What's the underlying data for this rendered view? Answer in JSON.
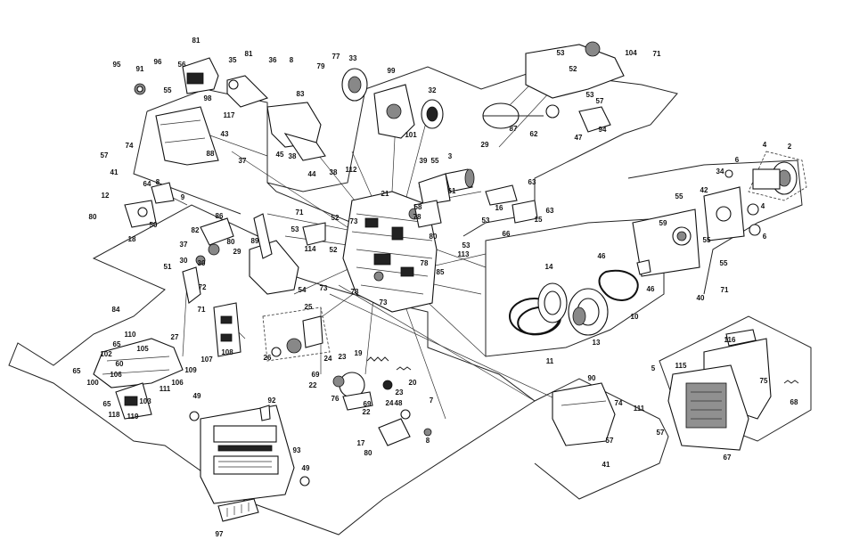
{
  "callouts": [
    {
      "t": "81"
    },
    {
      "t": "95"
    },
    {
      "t": "91"
    },
    {
      "t": "96"
    },
    {
      "t": "56"
    },
    {
      "t": "35"
    },
    {
      "t": "81"
    },
    {
      "t": "36"
    },
    {
      "t": "8"
    },
    {
      "t": "77"
    },
    {
      "t": "79"
    },
    {
      "t": "33"
    },
    {
      "t": "99"
    },
    {
      "t": "32"
    },
    {
      "t": "101"
    },
    {
      "t": "55"
    },
    {
      "t": "98"
    },
    {
      "t": "117"
    },
    {
      "t": "83"
    },
    {
      "t": "43"
    },
    {
      "t": "37"
    },
    {
      "t": "45"
    },
    {
      "t": "38"
    },
    {
      "t": "44"
    },
    {
      "t": "38"
    },
    {
      "t": "57"
    },
    {
      "t": "74"
    },
    {
      "t": "41"
    },
    {
      "t": "88"
    },
    {
      "t": "64"
    },
    {
      "t": "12"
    },
    {
      "t": "8"
    },
    {
      "t": "9"
    },
    {
      "t": "80"
    },
    {
      "t": "18"
    },
    {
      "t": "50"
    },
    {
      "t": "82"
    },
    {
      "t": "86"
    },
    {
      "t": "37"
    },
    {
      "t": "80"
    },
    {
      "t": "29"
    },
    {
      "t": "30"
    },
    {
      "t": "30"
    },
    {
      "t": "89"
    },
    {
      "t": "51"
    },
    {
      "t": "72"
    },
    {
      "t": "54"
    },
    {
      "t": "53"
    },
    {
      "t": "114"
    },
    {
      "t": "71"
    },
    {
      "t": "52"
    },
    {
      "t": "52"
    },
    {
      "t": "112"
    },
    {
      "t": "21"
    },
    {
      "t": "39"
    },
    {
      "t": "55"
    },
    {
      "t": "3"
    },
    {
      "t": "61"
    },
    {
      "t": "58"
    },
    {
      "t": "78"
    },
    {
      "t": "80"
    },
    {
      "t": "53"
    },
    {
      "t": "113"
    },
    {
      "t": "78"
    },
    {
      "t": "85"
    },
    {
      "t": "73"
    },
    {
      "t": "73"
    },
    {
      "t": "73"
    },
    {
      "t": "63"
    },
    {
      "t": "16"
    },
    {
      "t": "63"
    },
    {
      "t": "53"
    },
    {
      "t": "15"
    },
    {
      "t": "66"
    },
    {
      "t": "73"
    },
    {
      "t": "53"
    },
    {
      "t": "104"
    },
    {
      "t": "71"
    },
    {
      "t": "52"
    },
    {
      "t": "53"
    },
    {
      "t": "57"
    },
    {
      "t": "29"
    },
    {
      "t": "87"
    },
    {
      "t": "62"
    },
    {
      "t": "47"
    },
    {
      "t": "94"
    },
    {
      "t": "4"
    },
    {
      "t": "2"
    },
    {
      "t": "34"
    },
    {
      "t": "6"
    },
    {
      "t": "42"
    },
    {
      "t": "4"
    },
    {
      "t": "6"
    },
    {
      "t": "55"
    },
    {
      "t": "59"
    },
    {
      "t": "55"
    },
    {
      "t": "55"
    },
    {
      "t": "71"
    },
    {
      "t": "40"
    },
    {
      "t": "46"
    },
    {
      "t": "46"
    },
    {
      "t": "10"
    },
    {
      "t": "14"
    },
    {
      "t": "11"
    },
    {
      "t": "13"
    },
    {
      "t": "84"
    },
    {
      "t": "110"
    },
    {
      "t": "65"
    },
    {
      "t": "102"
    },
    {
      "t": "105"
    },
    {
      "t": "60"
    },
    {
      "t": "106"
    },
    {
      "t": "109"
    },
    {
      "t": "106"
    },
    {
      "t": "65"
    },
    {
      "t": "100"
    },
    {
      "t": "111"
    },
    {
      "t": "103"
    },
    {
      "t": "65"
    },
    {
      "t": "118"
    },
    {
      "t": "119"
    },
    {
      "t": "71"
    },
    {
      "t": "27"
    },
    {
      "t": "107"
    },
    {
      "t": "108"
    },
    {
      "t": "25"
    },
    {
      "t": "26"
    },
    {
      "t": "19"
    },
    {
      "t": "24"
    },
    {
      "t": "23"
    },
    {
      "t": "69"
    },
    {
      "t": "22"
    },
    {
      "t": "76"
    },
    {
      "t": "69"
    },
    {
      "t": "22"
    },
    {
      "t": "24"
    },
    {
      "t": "23"
    },
    {
      "t": "20"
    },
    {
      "t": "48"
    },
    {
      "t": "7"
    },
    {
      "t": "17"
    },
    {
      "t": "80"
    },
    {
      "t": "8"
    },
    {
      "t": "49"
    },
    {
      "t": "92"
    },
    {
      "t": "93"
    },
    {
      "t": "49"
    },
    {
      "t": "97"
    },
    {
      "t": "90"
    },
    {
      "t": "74"
    },
    {
      "t": "111"
    },
    {
      "t": "57"
    },
    {
      "t": "57"
    },
    {
      "t": "41"
    },
    {
      "t": "116"
    },
    {
      "t": "5"
    },
    {
      "t": "115"
    },
    {
      "t": "75"
    },
    {
      "t": "68"
    },
    {
      "t": "67"
    }
  ]
}
